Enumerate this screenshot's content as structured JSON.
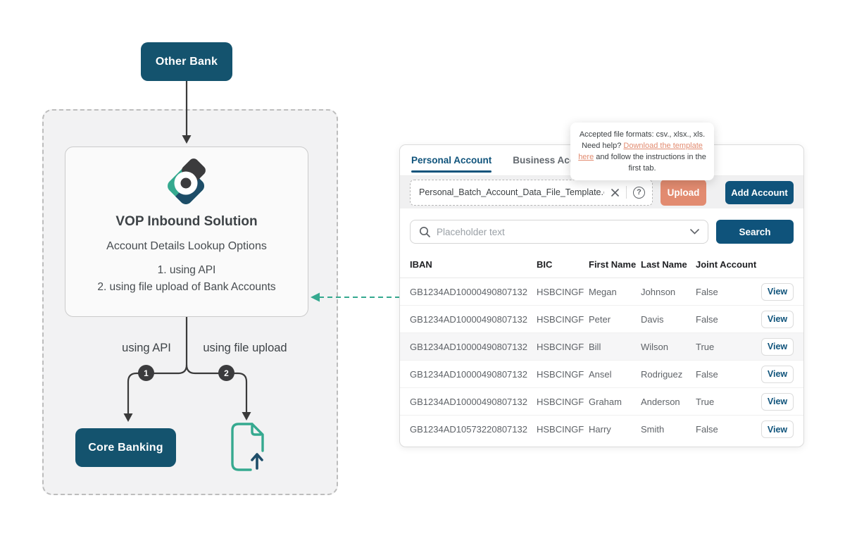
{
  "colors": {
    "navy": "#14536E",
    "blue": "#0F537B",
    "salmon": "#E28B70",
    "teal": "#35A98F",
    "logonavy": "#1D4D68",
    "dark": "#3B3B3D"
  },
  "diagram": {
    "other_bank_label": "Other Bank",
    "solution_title": "VOP Inbound Solution",
    "solution_subtitle": "Account Details Lookup Options",
    "option1": "1. using API",
    "option2": "2. using file upload of Bank Accounts",
    "branch1_number": "1",
    "branch2_number": "2",
    "branch1_label": "using API",
    "branch2_label": "using file upload",
    "core_banking_label": "Core Banking",
    "logo_icon": "b-diamond-logo",
    "file_icon": "file-upload-icon"
  },
  "panel": {
    "tabs": [
      {
        "label": "Personal Account",
        "active": true
      },
      {
        "label": "Business Account",
        "active": false
      }
    ],
    "tooltip": {
      "line1": "Accepted file formats: csv., xlsx., xls.",
      "before_link": "Need help? ",
      "link_text": "Download the template here",
      "after_link": " and follow the instructions in the first tab."
    },
    "upload": {
      "filename": "Personal_Batch_Account_Data_File_Template.csv",
      "clear_icon": "x-icon",
      "help_icon": "question-mark-icon",
      "help_glyph": "?",
      "upload_label": "Upload",
      "add_account_label": "Add Account"
    },
    "search": {
      "placeholder": "Placeholder text",
      "button_label": "Search"
    },
    "table": {
      "headers": [
        "IBAN",
        "BIC",
        "First Name",
        "Last Name",
        "Joint Account"
      ],
      "rows": [
        {
          "iban": "GB1234AD10000490807132",
          "bic": "HSBCINGF",
          "first": "Megan",
          "last": "Johnson",
          "joint": "False",
          "action": "View",
          "highlight": false
        },
        {
          "iban": "GB1234AD10000490807132",
          "bic": "HSBCINGF",
          "first": "Peter",
          "last": "Davis",
          "joint": "False",
          "action": "View",
          "highlight": false
        },
        {
          "iban": "GB1234AD10000490807132",
          "bic": "HSBCINGF",
          "first": "Bill",
          "last": "Wilson",
          "joint": "True",
          "action": "View",
          "highlight": true
        },
        {
          "iban": "GB1234AD10000490807132",
          "bic": "HSBCINGF",
          "first": "Ansel",
          "last": "Rodriguez",
          "joint": "False",
          "action": "View",
          "highlight": false
        },
        {
          "iban": "GB1234AD10000490807132",
          "bic": "HSBCINGF",
          "first": "Graham",
          "last": "Anderson",
          "joint": "True",
          "action": "View",
          "highlight": false
        },
        {
          "iban": "GB1234AD10573220807132",
          "bic": "HSBCINGF",
          "first": "Harry",
          "last": "Smith",
          "joint": "False",
          "action": "View",
          "highlight": false
        }
      ]
    }
  }
}
